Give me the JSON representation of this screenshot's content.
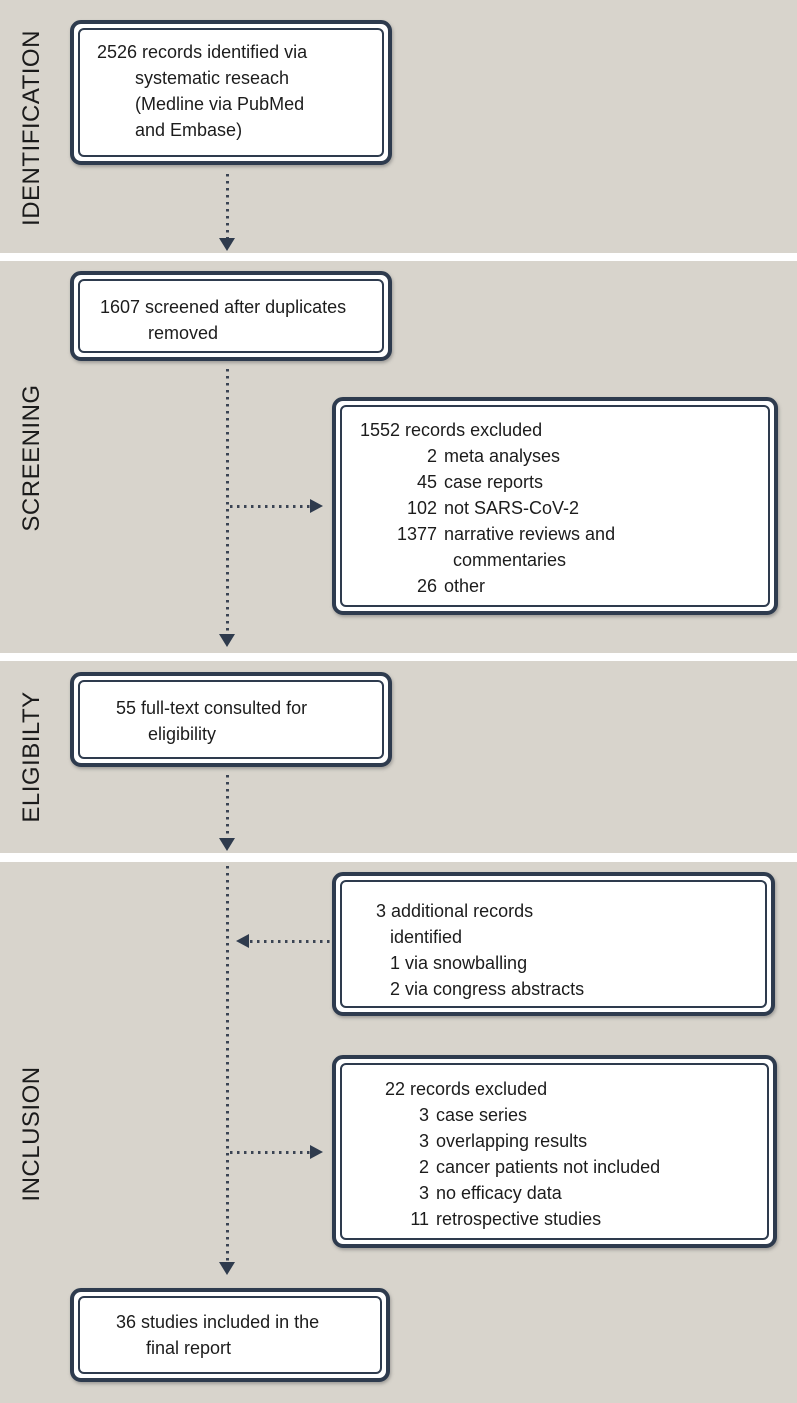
{
  "diagram": {
    "sections": [
      {
        "label": "IDENTIFICATION"
      },
      {
        "label": "SCREENING"
      },
      {
        "label": "ELIGIBILTY"
      },
      {
        "label": "INCLUSION"
      }
    ],
    "boxes": {
      "records_identified": {
        "lines": [
          "2526 records identified via",
          "systematic reseach",
          "(Medline via PubMed",
          "and Embase)"
        ]
      },
      "screened": {
        "lines": [
          "1607 screened after duplicates",
          "removed"
        ]
      },
      "screening_excluded": {
        "title": "1552 records excluded",
        "items": [
          {
            "num": "2",
            "text": "meta analyses"
          },
          {
            "num": "45",
            "text": "case reports"
          },
          {
            "num": "102",
            "text": "not SARS-CoV-2"
          },
          {
            "num": "1377",
            "text": "narrative reviews and"
          },
          {
            "num": "",
            "text": "commentaries"
          },
          {
            "num": "26",
            "text": "other"
          }
        ]
      },
      "fulltext_consulted": {
        "lines": [
          "55 full-text consulted for",
          "eligibility"
        ]
      },
      "additional_records": {
        "lines": [
          "3 additional records",
          "identified",
          "1 via snowballing",
          "2 via congress abstracts"
        ]
      },
      "inclusion_excluded": {
        "title": "22 records excluded",
        "items": [
          {
            "num": "3",
            "text": "case series"
          },
          {
            "num": "3",
            "text": "overlapping results"
          },
          {
            "num": "2",
            "text": "cancer patients not included"
          },
          {
            "num": "3",
            "text": "no efficacy data"
          },
          {
            "num": "11",
            "text": "retrospective studies"
          }
        ]
      },
      "studies_included": {
        "lines": [
          "36 studies included in the",
          "final report"
        ]
      }
    },
    "colors": {
      "band_background": "#d8d4cc",
      "gap_background": "#ffffff",
      "box_border": "#2e3b4e",
      "box_fill": "#ffffff",
      "arrow": "#2f3b4d",
      "text": "#1c1c1c"
    }
  }
}
